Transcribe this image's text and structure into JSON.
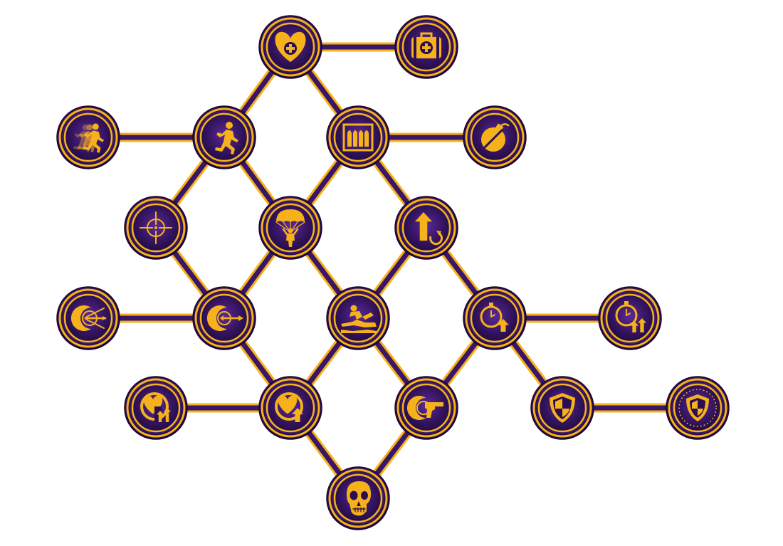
{
  "colors": {
    "gold": "#f6b21a",
    "purple_dark": "#2b0f52",
    "purple_mid": "#3c1a6e",
    "purple_light": "#6a3aa8",
    "link_purple": "#3a1668"
  },
  "skill_tree": {
    "nodes": [
      {
        "id": "health-heart",
        "icon": "heart-plus-icon"
      },
      {
        "id": "medkit",
        "icon": "medkit-icon"
      },
      {
        "id": "sprint-fast",
        "icon": "sprint-fast-icon"
      },
      {
        "id": "runner",
        "icon": "runner-icon"
      },
      {
        "id": "ammo",
        "icon": "ammo-icon"
      },
      {
        "id": "grenade",
        "icon": "grenade-icon"
      },
      {
        "id": "crosshair",
        "icon": "crosshair-icon"
      },
      {
        "id": "parachute",
        "icon": "parachute-icon"
      },
      {
        "id": "upgrade-reload",
        "icon": "arrow-up-reload-icon"
      },
      {
        "id": "multi-arrow-regen",
        "icon": "multi-arrow-regen-icon"
      },
      {
        "id": "arrow-regen",
        "icon": "arrow-regen-icon"
      },
      {
        "id": "slide-shooter",
        "icon": "slide-shooter-icon"
      },
      {
        "id": "timer-up",
        "icon": "timer-up-icon"
      },
      {
        "id": "timer-double-up",
        "icon": "timer-double-up-icon"
      },
      {
        "id": "heart-regen-double",
        "icon": "heart-regen-double-icon"
      },
      {
        "id": "heart-regen",
        "icon": "heart-regen-icon"
      },
      {
        "id": "pistol-regen",
        "icon": "pistol-regen-icon"
      },
      {
        "id": "shield",
        "icon": "shield-icon"
      },
      {
        "id": "shield-advanced",
        "icon": "shield-advanced-icon"
      },
      {
        "id": "skull",
        "icon": "skull-icon"
      }
    ]
  }
}
